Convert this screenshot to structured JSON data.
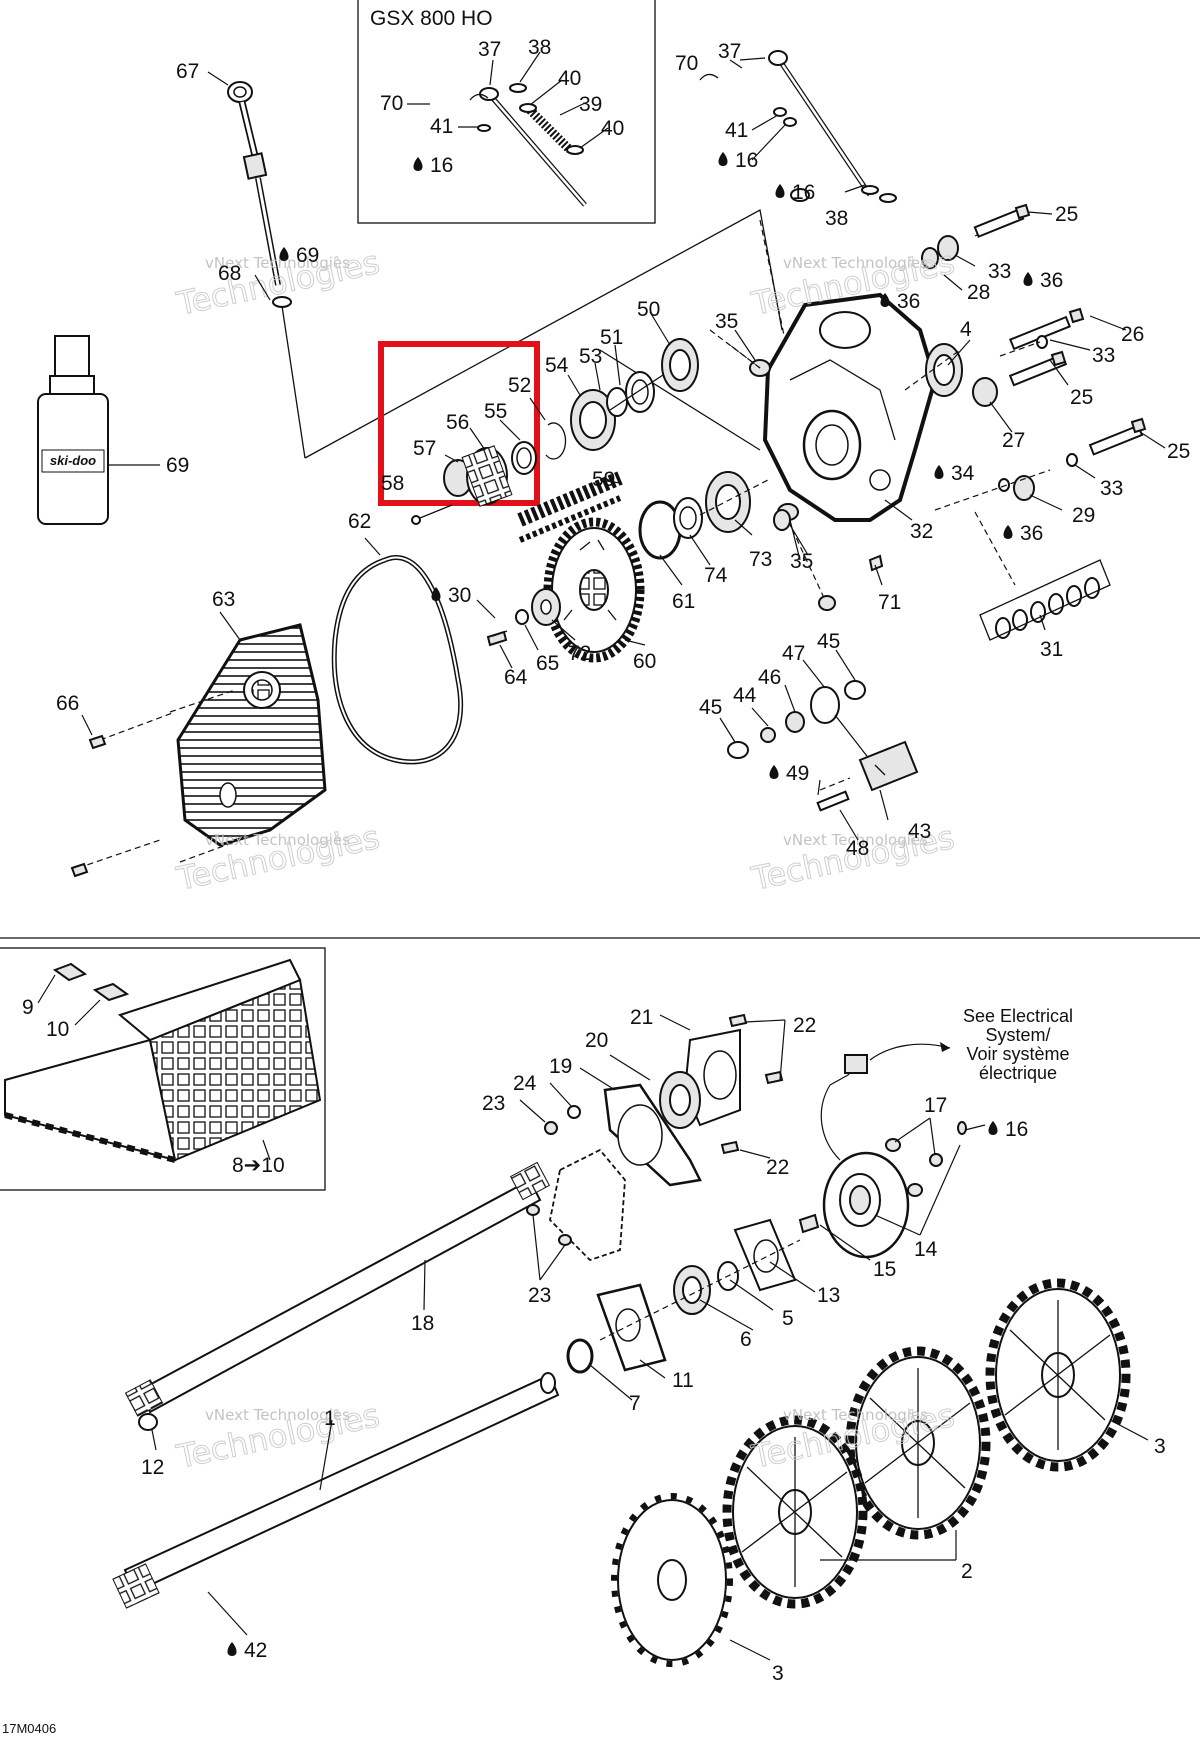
{
  "inset_title": "GSX 800 HO",
  "diagram_code": "17M0406",
  "note_lines": [
    "See Electrical",
    "System/",
    "Voir système",
    "électrique"
  ],
  "watermark": {
    "line1": "vNext Technologies",
    "line2": "Technologies"
  },
  "bottle_label": "ski-doo",
  "highlight_color": "#e3101a",
  "oil_drop_icon": "oil-drop-icon",
  "callouts": [
    {
      "id": "67",
      "text": "67",
      "drop": false
    },
    {
      "id": "68",
      "text": "68",
      "drop": false
    },
    {
      "id": "69a",
      "text": "69",
      "drop": true
    },
    {
      "id": "69b",
      "text": "69",
      "drop": false
    },
    {
      "id": "70a",
      "text": "70",
      "drop": false
    },
    {
      "id": "41a",
      "text": "41",
      "drop": false
    },
    {
      "id": "16a",
      "text": "16",
      "drop": true
    },
    {
      "id": "37a",
      "text": "37",
      "drop": false
    },
    {
      "id": "38a",
      "text": "38",
      "drop": false
    },
    {
      "id": "40a",
      "text": "40",
      "drop": false
    },
    {
      "id": "39",
      "text": "39",
      "drop": false
    },
    {
      "id": "40b",
      "text": "40",
      "drop": false
    },
    {
      "id": "70b",
      "text": "70",
      "drop": false
    },
    {
      "id": "37b",
      "text": "37",
      "drop": false
    },
    {
      "id": "41b",
      "text": "41",
      "drop": false
    },
    {
      "id": "16b",
      "text": "16",
      "drop": true
    },
    {
      "id": "16c",
      "text": "16",
      "drop": true
    },
    {
      "id": "38b",
      "text": "38",
      "drop": false
    },
    {
      "id": "25a",
      "text": "25",
      "drop": false
    },
    {
      "id": "33a",
      "text": "33",
      "drop": false
    },
    {
      "id": "28",
      "text": "28",
      "drop": false
    },
    {
      "id": "36a",
      "text": "36",
      "drop": true
    },
    {
      "id": "36b",
      "text": "36",
      "drop": true
    },
    {
      "id": "26",
      "text": "26",
      "drop": false
    },
    {
      "id": "33b",
      "text": "33",
      "drop": false
    },
    {
      "id": "4a",
      "text": "4",
      "drop": false
    },
    {
      "id": "25b",
      "text": "25",
      "drop": false
    },
    {
      "id": "27",
      "text": "27",
      "drop": false
    },
    {
      "id": "25c",
      "text": "25",
      "drop": false
    },
    {
      "id": "33c",
      "text": "33",
      "drop": false
    },
    {
      "id": "34",
      "text": "34",
      "drop": true
    },
    {
      "id": "29",
      "text": "29",
      "drop": false
    },
    {
      "id": "36c",
      "text": "36",
      "drop": true
    },
    {
      "id": "32",
      "text": "32",
      "drop": false
    },
    {
      "id": "35a",
      "text": "35",
      "drop": false
    },
    {
      "id": "50",
      "text": "50",
      "drop": false
    },
    {
      "id": "51",
      "text": "51",
      "drop": false
    },
    {
      "id": "53",
      "text": "53",
      "drop": false
    },
    {
      "id": "54",
      "text": "54",
      "drop": false
    },
    {
      "id": "52",
      "text": "52",
      "drop": false
    },
    {
      "id": "56",
      "text": "56",
      "drop": false
    },
    {
      "id": "55",
      "text": "55",
      "drop": false
    },
    {
      "id": "57",
      "text": "57",
      "drop": false
    },
    {
      "id": "58",
      "text": "58",
      "drop": false
    },
    {
      "id": "59",
      "text": "59",
      "drop": false
    },
    {
      "id": "62",
      "text": "62",
      "drop": false
    },
    {
      "id": "73",
      "text": "73",
      "drop": false
    },
    {
      "id": "35b",
      "text": "35",
      "drop": false
    },
    {
      "id": "74",
      "text": "74",
      "drop": false
    },
    {
      "id": "61",
      "text": "61",
      "drop": false
    },
    {
      "id": "71",
      "text": "71",
      "drop": false
    },
    {
      "id": "31",
      "text": "31",
      "drop": false
    },
    {
      "id": "30",
      "text": "30",
      "drop": true
    },
    {
      "id": "63",
      "text": "63",
      "drop": false
    },
    {
      "id": "72",
      "text": "72",
      "drop": false
    },
    {
      "id": "65",
      "text": "65",
      "drop": false
    },
    {
      "id": "64",
      "text": "64",
      "drop": false
    },
    {
      "id": "60",
      "text": "60",
      "drop": false
    },
    {
      "id": "47",
      "text": "47",
      "drop": false
    },
    {
      "id": "45a",
      "text": "45",
      "drop": false
    },
    {
      "id": "46",
      "text": "46",
      "drop": false
    },
    {
      "id": "44",
      "text": "44",
      "drop": false
    },
    {
      "id": "45b",
      "text": "45",
      "drop": false
    },
    {
      "id": "66",
      "text": "66",
      "drop": false
    },
    {
      "id": "49",
      "text": "49",
      "drop": true
    },
    {
      "id": "43",
      "text": "43",
      "drop": false
    },
    {
      "id": "48",
      "text": "48",
      "drop": false
    },
    {
      "id": "9",
      "text": "9",
      "drop": false
    },
    {
      "id": "10",
      "text": "10",
      "drop": false
    },
    {
      "id": "8to10",
      "text": "8➔10",
      "drop": false
    },
    {
      "id": "21",
      "text": "21",
      "drop": false
    },
    {
      "id": "22a",
      "text": "22",
      "drop": false
    },
    {
      "id": "20",
      "text": "20",
      "drop": false
    },
    {
      "id": "19",
      "text": "19",
      "drop": false
    },
    {
      "id": "24",
      "text": "24",
      "drop": false
    },
    {
      "id": "23a",
      "text": "23",
      "drop": false
    },
    {
      "id": "17",
      "text": "17",
      "drop": false
    },
    {
      "id": "16d",
      "text": "16",
      "drop": true
    },
    {
      "id": "22b",
      "text": "22",
      "drop": false
    },
    {
      "id": "14",
      "text": "14",
      "drop": false
    },
    {
      "id": "15",
      "text": "15",
      "drop": false
    },
    {
      "id": "13",
      "text": "13",
      "drop": false
    },
    {
      "id": "5",
      "text": "5",
      "drop": false
    },
    {
      "id": "23b",
      "text": "23",
      "drop": false
    },
    {
      "id": "18",
      "text": "18",
      "drop": false
    },
    {
      "id": "6",
      "text": "6",
      "drop": false
    },
    {
      "id": "11",
      "text": "11",
      "drop": false
    },
    {
      "id": "7",
      "text": "7",
      "drop": false
    },
    {
      "id": "3a",
      "text": "3",
      "drop": false
    },
    {
      "id": "1",
      "text": "1",
      "drop": false
    },
    {
      "id": "12",
      "text": "12",
      "drop": false
    },
    {
      "id": "2",
      "text": "2",
      "drop": false
    },
    {
      "id": "42",
      "text": "42",
      "drop": true
    },
    {
      "id": "3b",
      "text": "3",
      "drop": false
    }
  ]
}
